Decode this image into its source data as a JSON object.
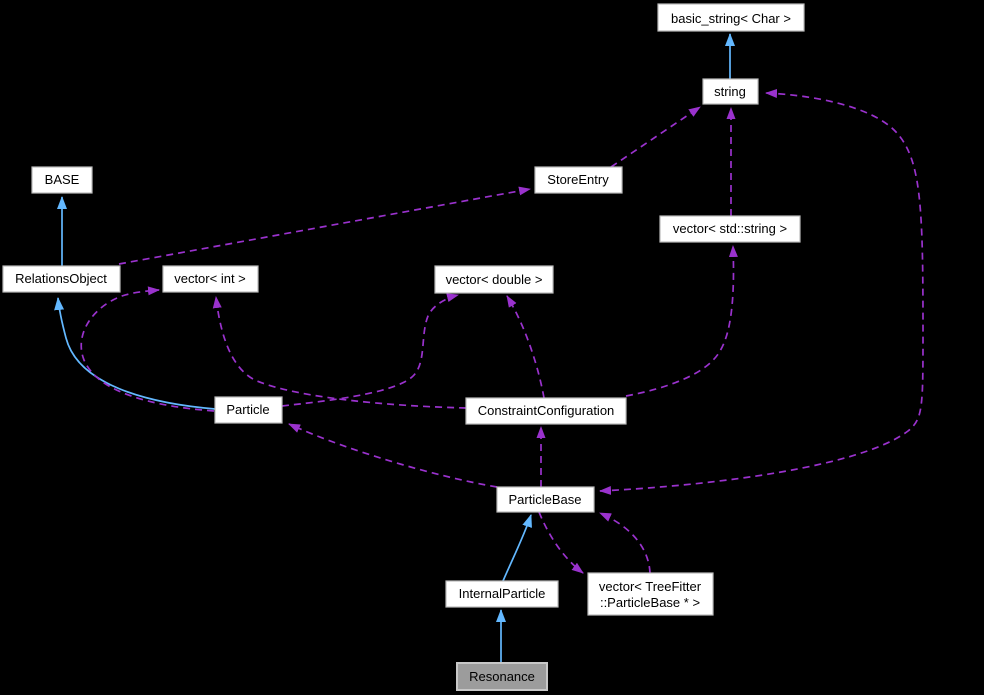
{
  "diagram": {
    "kind": "class-collaboration-graph",
    "background_color": "#000000",
    "colors": {
      "inheritance_edge": "#63B8FF",
      "usage_edge": "#9A32CD",
      "node_fill": "#ffffff",
      "node_border": "#BBBBBB",
      "node_text": "#000000",
      "selected_node_fill": "#9C9C9C",
      "selected_node_border": "#C8C8C8"
    },
    "selected_node": "Resonance",
    "nodes": {
      "basic_string": {
        "label": "basic_string< Char >"
      },
      "string": {
        "label": "string"
      },
      "store_entry": {
        "label": "StoreEntry"
      },
      "vector_std_string": {
        "label": "vector< std::string >"
      },
      "base": {
        "label": "BASE"
      },
      "relations_object": {
        "label": "RelationsObject"
      },
      "vector_int": {
        "label": "vector< int >"
      },
      "vector_double": {
        "label": "vector< double >"
      },
      "particle": {
        "label": "Particle"
      },
      "constraint_configuration": {
        "label": "ConstraintConfiguration"
      },
      "particle_base": {
        "label": "ParticleBase"
      },
      "internal_particle": {
        "label": "InternalParticle"
      },
      "vector_treefitter_particlebase": {
        "label_line1": "vector< TreeFitter",
        "label_line2": "::ParticleBase * >"
      },
      "resonance": {
        "label": "Resonance"
      }
    },
    "edges": [
      {
        "from": "string",
        "to": "basic_string< Char >",
        "type": "inheritance"
      },
      {
        "from": "RelationsObject",
        "to": "BASE",
        "type": "inheritance"
      },
      {
        "from": "Particle",
        "to": "RelationsObject",
        "type": "inheritance"
      },
      {
        "from": "InternalParticle",
        "to": "ParticleBase",
        "type": "inheritance"
      },
      {
        "from": "Resonance",
        "to": "InternalParticle",
        "type": "inheritance"
      },
      {
        "from": "RelationsObject",
        "to": "StoreEntry",
        "type": "usage"
      },
      {
        "from": "StoreEntry",
        "to": "string",
        "type": "usage"
      },
      {
        "from": "vector< std::string >",
        "to": "string",
        "type": "usage"
      },
      {
        "from": "ParticleBase",
        "to": "string",
        "type": "usage",
        "arrowheads": "both"
      },
      {
        "from": "Particle",
        "to": "vector< int >",
        "type": "usage"
      },
      {
        "from": "ConstraintConfiguration",
        "to": "vector< int >",
        "type": "usage"
      },
      {
        "from": "Particle",
        "to": "vector< double >",
        "type": "usage"
      },
      {
        "from": "ConstraintConfiguration",
        "to": "vector< double >",
        "type": "usage"
      },
      {
        "from": "ConstraintConfiguration",
        "to": "vector< std::string >",
        "type": "usage"
      },
      {
        "from": "ParticleBase",
        "to": "ConstraintConfiguration",
        "type": "usage"
      },
      {
        "from": "ParticleBase",
        "to": "Particle",
        "type": "usage"
      },
      {
        "from": "ParticleBase",
        "to": "vector< TreeFitter::ParticleBase * >",
        "type": "usage"
      },
      {
        "from": "vector< TreeFitter::ParticleBase * >",
        "to": "ParticleBase",
        "type": "usage"
      }
    ]
  }
}
